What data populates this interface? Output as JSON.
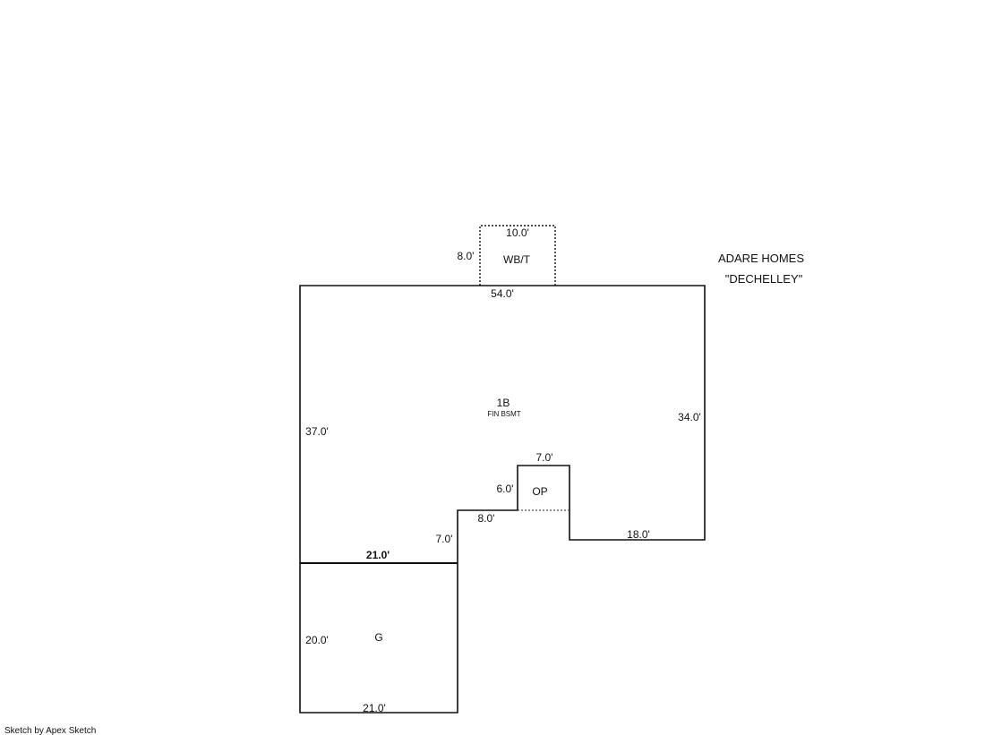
{
  "title": {
    "line1": "ADARE HOMES",
    "line2": "\"DECHELLEY\""
  },
  "credit": "Sketch by Apex Sketch",
  "areas": {
    "main": {
      "code": "1B",
      "desc": "FIN BSMT"
    },
    "wbt": {
      "code": "WB/T"
    },
    "op": {
      "code": "OP"
    },
    "garage": {
      "code": "G"
    }
  },
  "dimensions": {
    "wbt_top": "10.0'",
    "wbt_side": "8.0'",
    "main_top": "54.0'",
    "main_right": "34.0'",
    "main_left": "37.0'",
    "op_top": "7.0'",
    "op_side": "6.0'",
    "step_bottom": "8.0'",
    "step_side": "7.0'",
    "right_bottom": "18.0'",
    "garage_top": "21.0'",
    "garage_side": "20.0'",
    "garage_bottom": "21.0'"
  }
}
